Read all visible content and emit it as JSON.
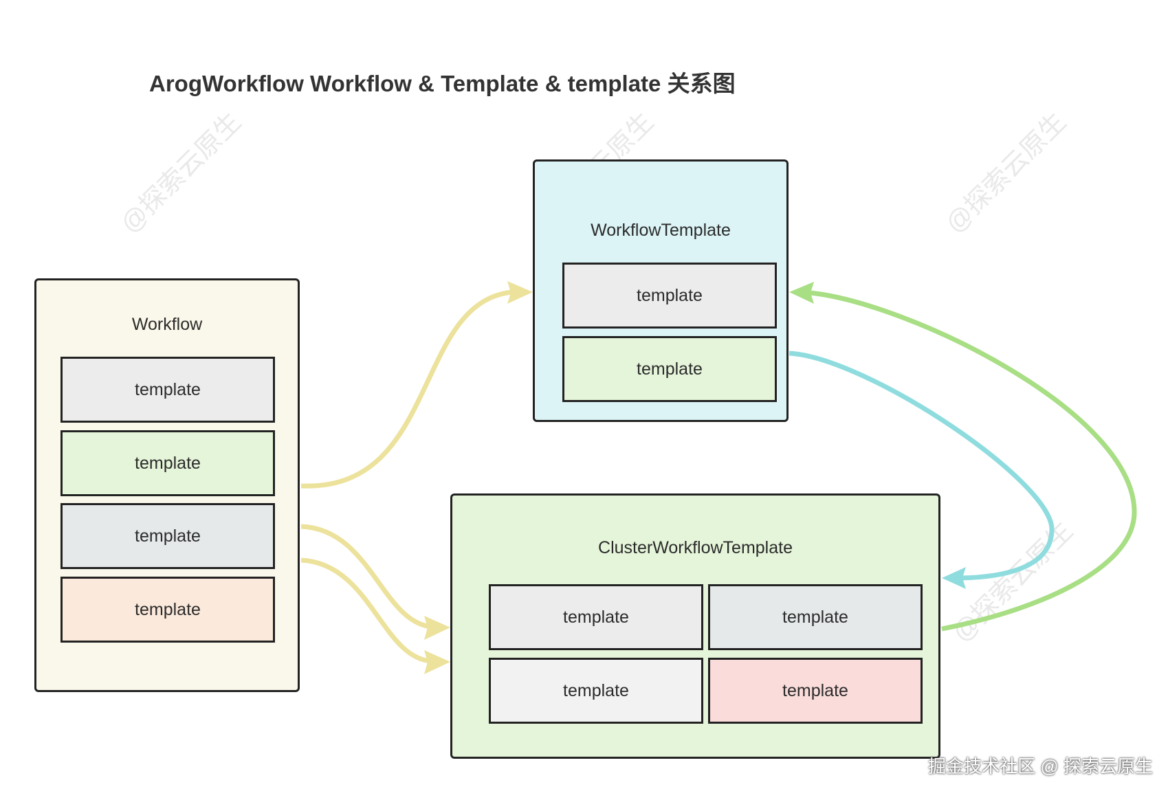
{
  "title": "ArogWorkflow Workflow & Template & template 关系图",
  "watermark": "@探索云原生",
  "footer": "掘金技术社区 @ 探索云原生",
  "colors": {
    "workflow_bg": "#faf8ea",
    "workflow_template_bg": "#dcf4f6",
    "cluster_bg": "#e5f5d9",
    "arrow_yellow": "#ece29c",
    "arrow_cyan": "#8fdcdf",
    "arrow_green": "#a8de84"
  },
  "workflow": {
    "label": "Workflow",
    "templates": [
      {
        "label": "template",
        "color": "#ececec"
      },
      {
        "label": "template",
        "color": "#e5f5d9"
      },
      {
        "label": "template",
        "color": "#e5e9ea"
      },
      {
        "label": "template",
        "color": "#fbe9db"
      }
    ]
  },
  "workflow_template": {
    "label": "WorkflowTemplate",
    "templates": [
      {
        "label": "template",
        "color": "#ececec"
      },
      {
        "label": "template",
        "color": "#e5f5d9"
      }
    ]
  },
  "cluster_workflow_template": {
    "label": "ClusterWorkflowTemplate",
    "templates": [
      {
        "label": "template",
        "color": "#ececec"
      },
      {
        "label": "template",
        "color": "#e5e9ea"
      },
      {
        "label": "template",
        "color": "#f2f2f2"
      },
      {
        "label": "template",
        "color": "#fadcda"
      }
    ]
  }
}
